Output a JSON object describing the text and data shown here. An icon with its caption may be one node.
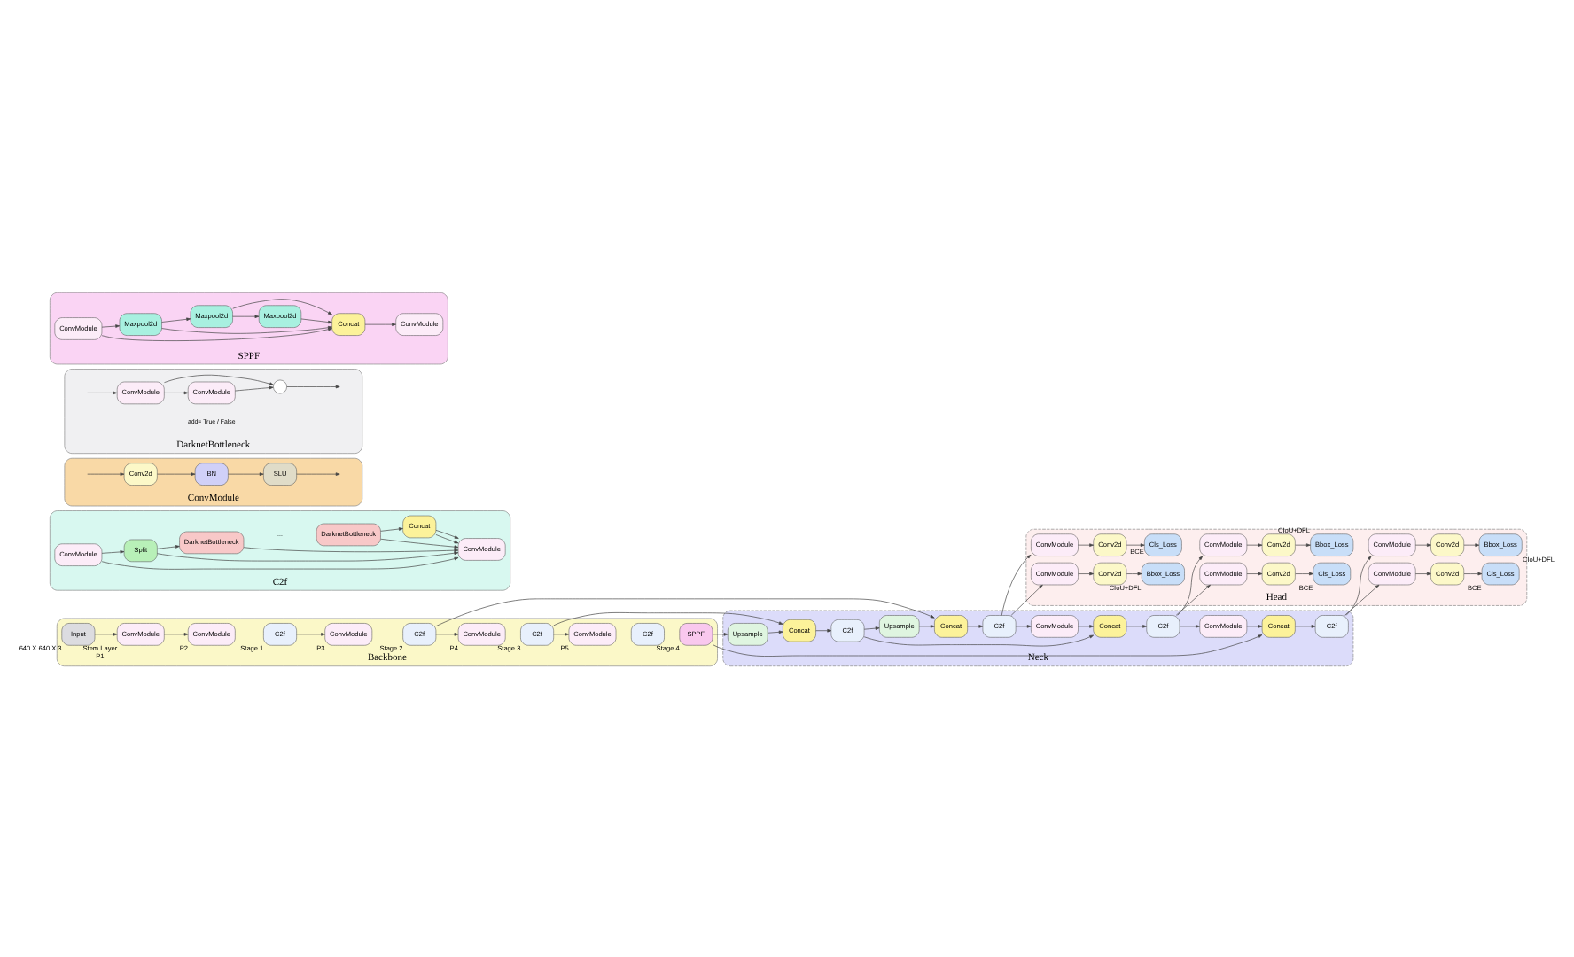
{
  "diagram": {
    "nodes": [
      {
        "text": [
          "Backbone"
        ]
      },
      {
        "text": [
          "SPPF"
        ],
        "in": 0,
        "beside": [
          "Stage 4"
        ]
      },
      {
        "text": [
          "C2f"
        ],
        "in": 0
      },
      {
        "text": [
          "ConvModule"
        ],
        "in": 0,
        "beside": [
          "P5"
        ]
      },
      {
        "text": [
          "C2f"
        ],
        "in": 0,
        "beside": [
          "Stage 3"
        ]
      },
      {
        "text": [
          "ConvModule"
        ],
        "in": 0,
        "beside": [
          "P4"
        ]
      },
      {
        "text": [
          "C2f"
        ],
        "in": 0,
        "beside": [
          "Stage 2"
        ]
      },
      {
        "text": [
          "ConvModule"
        ],
        "in": 0,
        "beside": [
          "P3"
        ]
      },
      {
        "text": [
          "C2f"
        ],
        "in": 0,
        "beside": [
          "Stage 1"
        ]
      },
      {
        "text": [
          "ConvModule"
        ],
        "in": 0,
        "beside": [
          "P2"
        ]
      },
      {
        "text": [
          "ConvModule"
        ],
        "in": 0,
        "beside": [
          "Stem Layer",
          "P1"
        ]
      },
      {
        "text": [
          "Input"
        ],
        "in": 0,
        "beside": [
          "640 X 640 X 3"
        ]
      },
      {
        "text": [
          "Neck"
        ]
      },
      {
        "text": [
          "Upsample"
        ],
        "in": 12
      },
      {
        "text": [
          "Concat"
        ],
        "in": 12
      },
      {
        "text": [
          "C2f"
        ],
        "in": 12
      },
      {
        "text": [
          "Upsample"
        ],
        "in": 12
      },
      {
        "text": [
          "Concat"
        ],
        "in": 12
      },
      {
        "text": [
          "C2f"
        ],
        "in": 12
      },
      {
        "text": [
          "C2f"
        ],
        "in": 12
      },
      {
        "text": [
          "Concat"
        ],
        "in": 12
      },
      {
        "text": [
          "ConvModule"
        ],
        "in": 12
      },
      {
        "text": [
          "C2f"
        ],
        "in": 12
      },
      {
        "text": [
          "Concat"
        ],
        "in": 12
      },
      {
        "text": [
          "ConvModule"
        ],
        "in": 12
      },
      {
        "text": [
          "Head"
        ]
      },
      {
        "text": [
          "ConvModule"
        ],
        "in": 25
      },
      {
        "text": [
          "Conv2d"
        ],
        "in": 25
      },
      {
        "text": [
          "Bbox_Loss"
        ],
        "in": 25,
        "beside": [
          "CIoU+DFL"
        ]
      },
      {
        "text": [
          "ConvModule"
        ],
        "in": 25
      },
      {
        "text": [
          "Conv2d"
        ],
        "in": 25
      },
      {
        "text": [
          "Cls_Loss"
        ],
        "in": 25,
        "beside": [
          "BCE"
        ]
      },
      {
        "text": [
          "ConvModule"
        ],
        "in": 25
      },
      {
        "text": [
          "Conv2d"
        ],
        "in": 25
      },
      {
        "text": [
          "Bbox_Loss"
        ],
        "in": 25,
        "beside": [
          "CIoU+DFL"
        ]
      },
      {
        "text": [
          "ConvModule"
        ],
        "in": 25
      },
      {
        "text": [
          "Conv2d"
        ],
        "in": 25
      },
      {
        "text": [
          "Cls_Loss"
        ],
        "in": 25,
        "beside": [
          "BCE"
        ]
      },
      {
        "text": [
          "ConvModule"
        ],
        "in": 25
      },
      {
        "text": [
          "Conv2d"
        ],
        "in": 25
      },
      {
        "text": [
          "Bbox_Loss"
        ],
        "in": 25,
        "beside": [
          "CIoU+DFL"
        ]
      },
      {
        "text": [
          "ConvModule"
        ],
        "in": 25
      },
      {
        "text": [
          "Conv2d"
        ],
        "in": 25
      },
      {
        "text": [
          "Cls_Loss"
        ],
        "in": 25,
        "beside": [
          "BCE"
        ]
      },
      {
        "text": [
          "C2f"
        ]
      },
      {
        "text": [
          "ConvModule"
        ],
        "in": 44
      },
      {
        "text": [
          "Split"
        ],
        "in": 44
      },
      {
        "text": [
          "DarknetBottleneck"
        ],
        "in": 44
      },
      {
        "text": [
          "DarknetBottleneck"
        ],
        "in": 44
      },
      {
        "text": [
          "Concat"
        ],
        "in": 44
      },
      {
        "text": [
          "ConvModule"
        ],
        "in": 44
      },
      {
        "text": [
          "ConvModule"
        ]
      },
      {
        "text": [
          "Conv2d"
        ],
        "in": 51
      },
      {
        "text": [
          "BN"
        ],
        "in": 51
      },
      {
        "text": [
          "SLU"
        ],
        "in": 51
      },
      {
        "text": [
          "DarknetBottleneck"
        ]
      },
      {
        "text": [
          "ConvModule"
        ],
        "in": 55
      },
      {
        "text": [
          "ConvModule"
        ],
        "in": 55
      },
      {
        "text": [],
        "shape": "circle",
        "in": 55
      },
      {
        "text": [
          "SPPF"
        ]
      },
      {
        "text": [
          "ConvModule"
        ],
        "in": 59
      },
      {
        "text": [
          "Maxpool2d"
        ],
        "in": 59
      },
      {
        "text": [
          "Maxpool2d"
        ],
        "in": 59
      },
      {
        "text": [
          "Maxpool2d"
        ],
        "in": 59
      },
      {
        "text": [
          "Concat"
        ],
        "in": 59
      },
      {
        "text": [
          "ConvModule"
        ],
        "in": 59
      }
    ],
    "edges": [
      {
        "from": 11,
        "to": 10,
        "arrow": "to"
      },
      {
        "from": 10,
        "to": 9,
        "arrow": "to"
      },
      {
        "from": 8,
        "to": 7,
        "arrow": "to"
      },
      {
        "from": 6,
        "to": 5,
        "arrow": "to"
      },
      {
        "from": 4,
        "to": 3,
        "arrow": "to"
      },
      {
        "from": 1,
        "to": 20,
        "arrow": "to"
      },
      {
        "from": 1,
        "to": 13,
        "arrow": "to"
      },
      {
        "from": 13,
        "to": 14,
        "arrow": "to"
      },
      {
        "from": 4,
        "to": 14,
        "arrow": "to"
      },
      {
        "from": 14,
        "to": 15,
        "arrow": "to"
      },
      {
        "from": 15,
        "to": 16,
        "arrow": "to"
      },
      {
        "from": 16,
        "to": 17,
        "arrow": "to"
      },
      {
        "from": 6,
        "to": 17,
        "arrow": "to"
      },
      {
        "from": 17,
        "to": 18,
        "arrow": "to"
      },
      {
        "from": 15,
        "to": 23,
        "arrow": "to"
      },
      {
        "from": 18,
        "to": 24,
        "arrow": "to"
      },
      {
        "from": 24,
        "to": 23,
        "arrow": "to"
      },
      {
        "from": 23,
        "to": 22,
        "arrow": "to"
      },
      {
        "from": 22,
        "to": 21,
        "arrow": "to"
      },
      {
        "from": 21,
        "to": 20,
        "arrow": "to"
      },
      {
        "from": 20,
        "to": 19,
        "arrow": "to"
      },
      {
        "from": 19,
        "to": 26,
        "arrow": "to"
      },
      {
        "from": 19,
        "to": 29,
        "arrow": "to"
      },
      {
        "from": 26,
        "to": 27,
        "arrow": "to"
      },
      {
        "from": 27,
        "to": 28,
        "arrow": "to"
      },
      {
        "from": 29,
        "to": 30,
        "arrow": "to"
      },
      {
        "from": 30,
        "to": 31,
        "arrow": "to"
      },
      {
        "from": 22,
        "to": 32,
        "arrow": "to"
      },
      {
        "from": 22,
        "to": 35,
        "arrow": "to"
      },
      {
        "from": 32,
        "to": 33,
        "arrow": "to"
      },
      {
        "from": 33,
        "to": 34,
        "arrow": "to"
      },
      {
        "from": 35,
        "to": 36,
        "arrow": "to"
      },
      {
        "from": 36,
        "to": 37,
        "arrow": "to"
      },
      {
        "from": 18,
        "to": 38,
        "arrow": "to"
      },
      {
        "from": 18,
        "to": 41,
        "arrow": "to"
      },
      {
        "from": 38,
        "to": 39,
        "arrow": "to"
      },
      {
        "from": 39,
        "to": 40,
        "arrow": "to"
      },
      {
        "from": 41,
        "to": 42,
        "arrow": "to"
      },
      {
        "from": 42,
        "to": 43,
        "arrow": "to"
      },
      {
        "from": 45,
        "to": 46,
        "arrow": "to"
      },
      {
        "from": 46,
        "to": 47,
        "arrow": "to"
      },
      {
        "from": 48,
        "to": 49,
        "arrow": "to"
      },
      {
        "from": 49,
        "to": 50,
        "arrow": "to"
      },
      {
        "from": 45,
        "to": 50,
        "arrow": "to"
      },
      {
        "from": 46,
        "to": 50,
        "arrow": "to"
      },
      {
        "from": 47,
        "to": 50,
        "arrow": "to"
      },
      {
        "from": 48,
        "to": 50,
        "arrow": "to"
      },
      {
        "from": 49,
        "to": 50,
        "arrow": "to"
      },
      {
        "from": null,
        "to": 52,
        "arrow": "to"
      },
      {
        "from": 52,
        "to": 53,
        "arrow": "to"
      },
      {
        "from": 53,
        "to": 54,
        "arrow": "to"
      },
      {
        "from": 54,
        "to": null,
        "arrow": "to"
      },
      {
        "from": null,
        "to": 56,
        "arrow": "to"
      },
      {
        "from": 56,
        "to": 57,
        "arrow": "to"
      },
      {
        "from": 57,
        "to": 58,
        "arrow": "to"
      },
      {
        "from": 56,
        "to": 58,
        "arrow": "to"
      },
      {
        "from": 58,
        "to": null,
        "arrow": "to"
      },
      {
        "from": 60,
        "to": 61,
        "arrow": "to"
      },
      {
        "from": 61,
        "to": 62,
        "arrow": "to"
      },
      {
        "from": 62,
        "to": 63,
        "arrow": "to"
      },
      {
        "from": 63,
        "to": 64,
        "arrow": "to"
      },
      {
        "from": 64,
        "to": 65,
        "arrow": "to"
      },
      {
        "from": 60,
        "to": 64,
        "arrow": "to"
      },
      {
        "from": 61,
        "to": 64,
        "arrow": "to"
      },
      {
        "from": 62,
        "to": 64,
        "arrow": "to"
      }
    ],
    "labels": [
      "...",
      "add= True / False"
    ]
  }
}
